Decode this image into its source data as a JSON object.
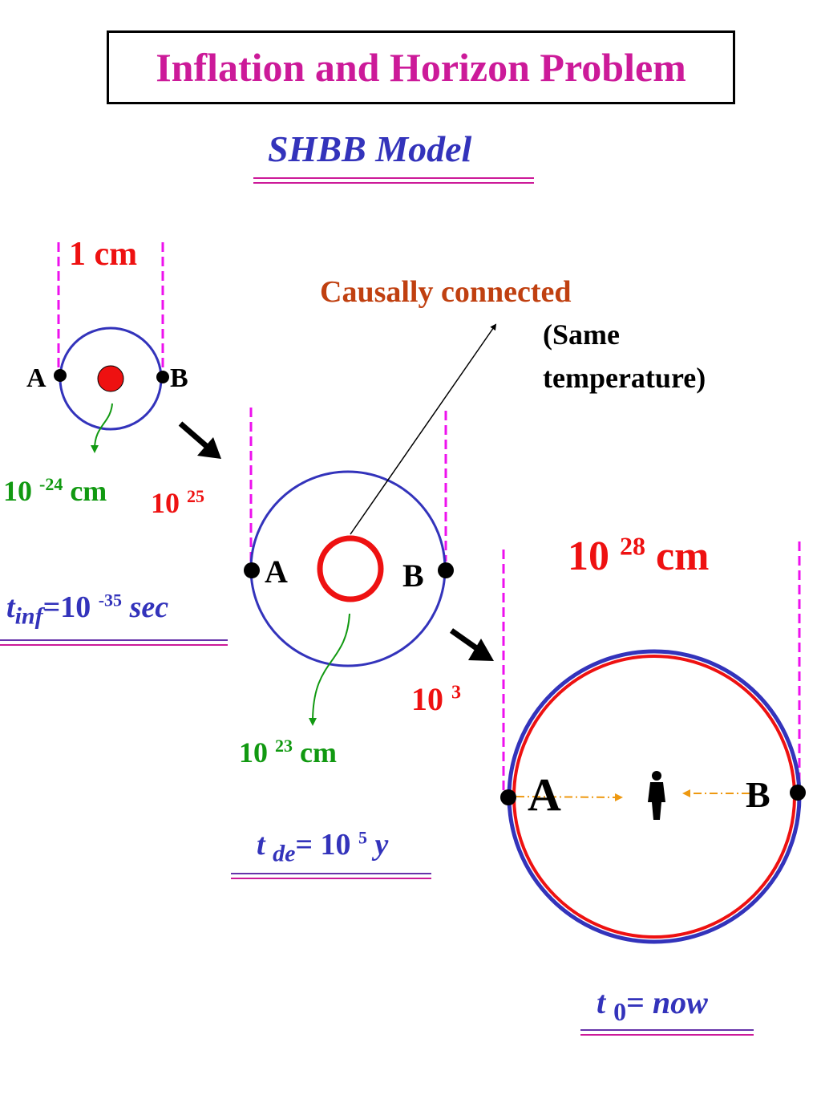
{
  "title": "Inflation and Horizon Problem",
  "subtitle": "SHBB Model",
  "stage1": {
    "size_label": "1 cm",
    "point_a": "A",
    "point_b": "B",
    "inner_size_base": "10",
    "inner_size_exp": "-24",
    "inner_size_unit": "cm",
    "time_var": "t",
    "time_sub": "inf",
    "time_eq": "=10",
    "time_exp": "-35",
    "time_unit": "sec"
  },
  "expansion1": {
    "base": "10",
    "exp": "25"
  },
  "stage2": {
    "point_a": "A",
    "point_b": "B",
    "inner_size_base": "10",
    "inner_size_exp": "23",
    "inner_size_unit": "cm",
    "time_var": "t",
    "time_sub": "de",
    "time_eq": "= 10",
    "time_exp": "5",
    "time_unit": "y"
  },
  "expansion2": {
    "base": "10",
    "exp": "3"
  },
  "stage3": {
    "size_base": "10",
    "size_exp": "28",
    "size_unit": "cm",
    "point_a": "A",
    "point_b": "B",
    "time_var": "t",
    "time_sub": "0",
    "time_eq": "= ",
    "time_value": "now"
  },
  "annotation": {
    "causal": "Causally connected",
    "same_line1": "(Same",
    "same_line2": "temperature)"
  },
  "colors": {
    "title": "#cc1a99",
    "horizon_circle": "#3333bb",
    "causal_region": "#ee1111",
    "size_marker": "#ee11ee",
    "inner_size": "#119911",
    "causal_label": "#c04010",
    "light_ray": "#ee9911"
  }
}
